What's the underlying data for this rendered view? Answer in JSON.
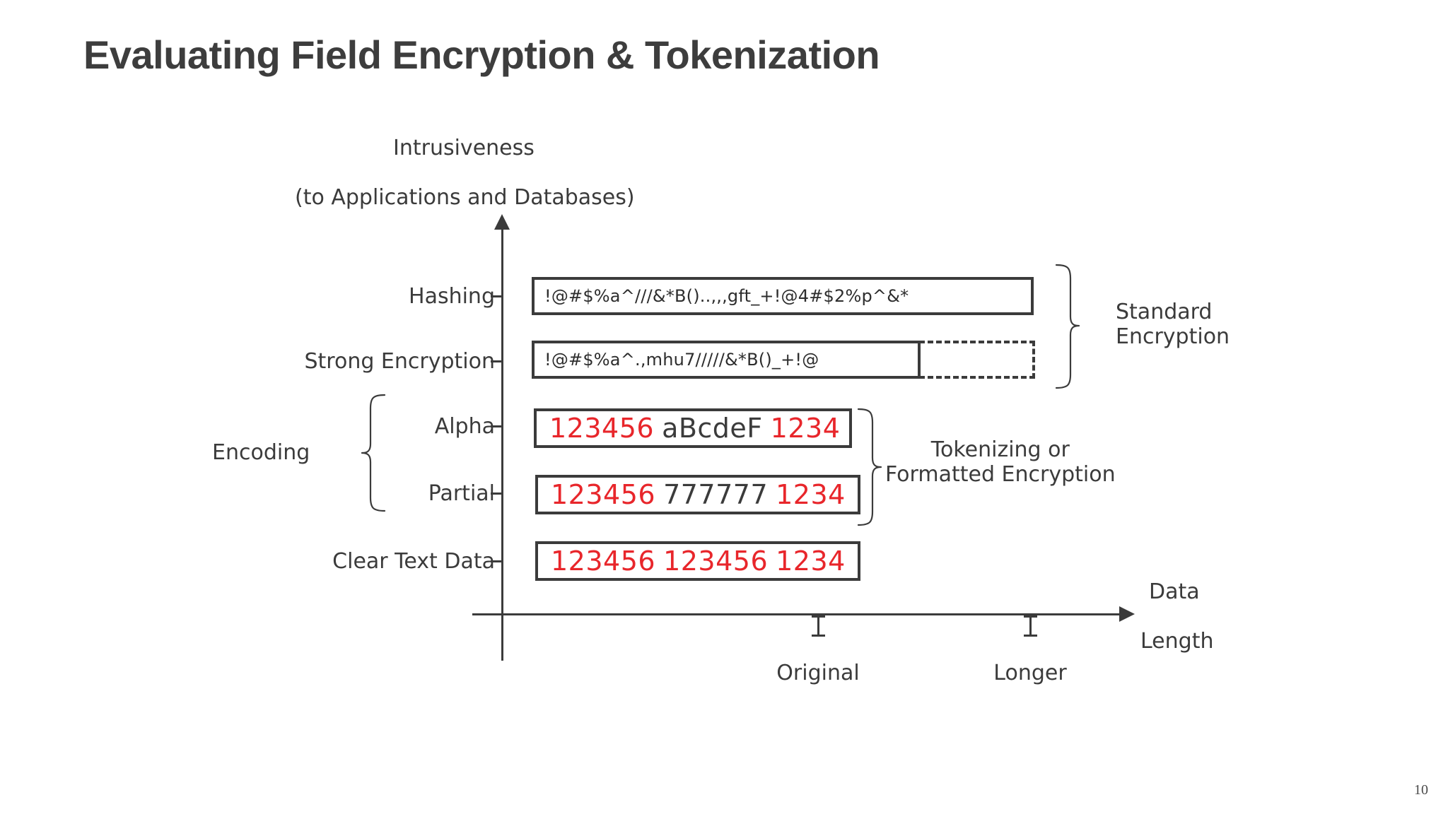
{
  "slide": {
    "title": "Evaluating Field Encryption & Tokenization",
    "page_number": "10"
  },
  "axes": {
    "y_title_main": "Intrusiveness",
    "y_title_sub": "(to Applications and Databases)",
    "x_title_line1": "Data",
    "x_title_line2": "Length",
    "x_ticks": [
      "Original",
      "Longer"
    ]
  },
  "rows": [
    {
      "label": "Hashing",
      "value_plain": "!@#$%a^///&*B()..,,,gft_+!@4#$2%p^&*",
      "style": "mono"
    },
    {
      "label": "Strong Encryption",
      "value_plain": "!@#$%a^.,mhu7/////&*B()_+!@",
      "style": "mono"
    },
    {
      "label": "Alpha",
      "segments": [
        {
          "text": "123456",
          "color": "red"
        },
        {
          "text": "aBcdeF",
          "color": "dark"
        },
        {
          "text": "1234",
          "color": "red"
        }
      ],
      "style": "data"
    },
    {
      "label": "Partial",
      "segments": [
        {
          "text": "123456",
          "color": "red"
        },
        {
          "text": "777777",
          "color": "dark"
        },
        {
          "text": "1234",
          "color": "red"
        }
      ],
      "style": "data"
    },
    {
      "label": "Clear Text Data",
      "segments": [
        {
          "text": "123456",
          "color": "red"
        },
        {
          "text": "123456",
          "color": "red"
        },
        {
          "text": "1234",
          "color": "red"
        }
      ],
      "style": "data"
    }
  ],
  "groups": {
    "encoding": "Encoding",
    "standard_encryption_line1": "Standard",
    "standard_encryption_line2": "Encryption",
    "tokenizing_line1": "Tokenizing or",
    "tokenizing_line2": "Formatted Encryption"
  },
  "colors": {
    "ink": "#3b3b3b",
    "accent_red": "#e8262b",
    "title": "#3d3d3d",
    "background": "#ffffff"
  },
  "chart_data": {
    "type": "scatter",
    "title": "Evaluating Field Encryption & Tokenization",
    "xlabel": "Data Length",
    "ylabel": "Intrusiveness (to Applications and Databases)",
    "x_tick_labels": [
      "Original",
      "Longer"
    ],
    "y_categories": [
      "Clear Text Data",
      "Partial",
      "Alpha",
      "Strong Encryption",
      "Hashing"
    ],
    "grid": false,
    "legend": "none",
    "annotations": [
      "Encoding",
      "Standard Encryption",
      "Tokenizing or Formatted Encryption"
    ],
    "items": [
      {
        "y_category": "Hashing",
        "length": "longer",
        "value": "!@#$%a^///&*B()..,,,gft_+!@4#$2%p^&*",
        "group": "Standard Encryption"
      },
      {
        "y_category": "Strong Encryption",
        "length": "longer",
        "value": "!@#$%a^.,mhu7/////&*B()_+!@",
        "group": "Standard Encryption"
      },
      {
        "y_category": "Alpha",
        "length": "original",
        "value": "123456 aBcdeF 1234",
        "group": "Tokenizing or Formatted Encryption"
      },
      {
        "y_category": "Partial",
        "length": "original",
        "value": "123456 777777 1234",
        "group": "Tokenizing or Formatted Encryption"
      },
      {
        "y_category": "Clear Text Data",
        "length": "original",
        "value": "123456 123456 1234",
        "group": ""
      }
    ]
  }
}
